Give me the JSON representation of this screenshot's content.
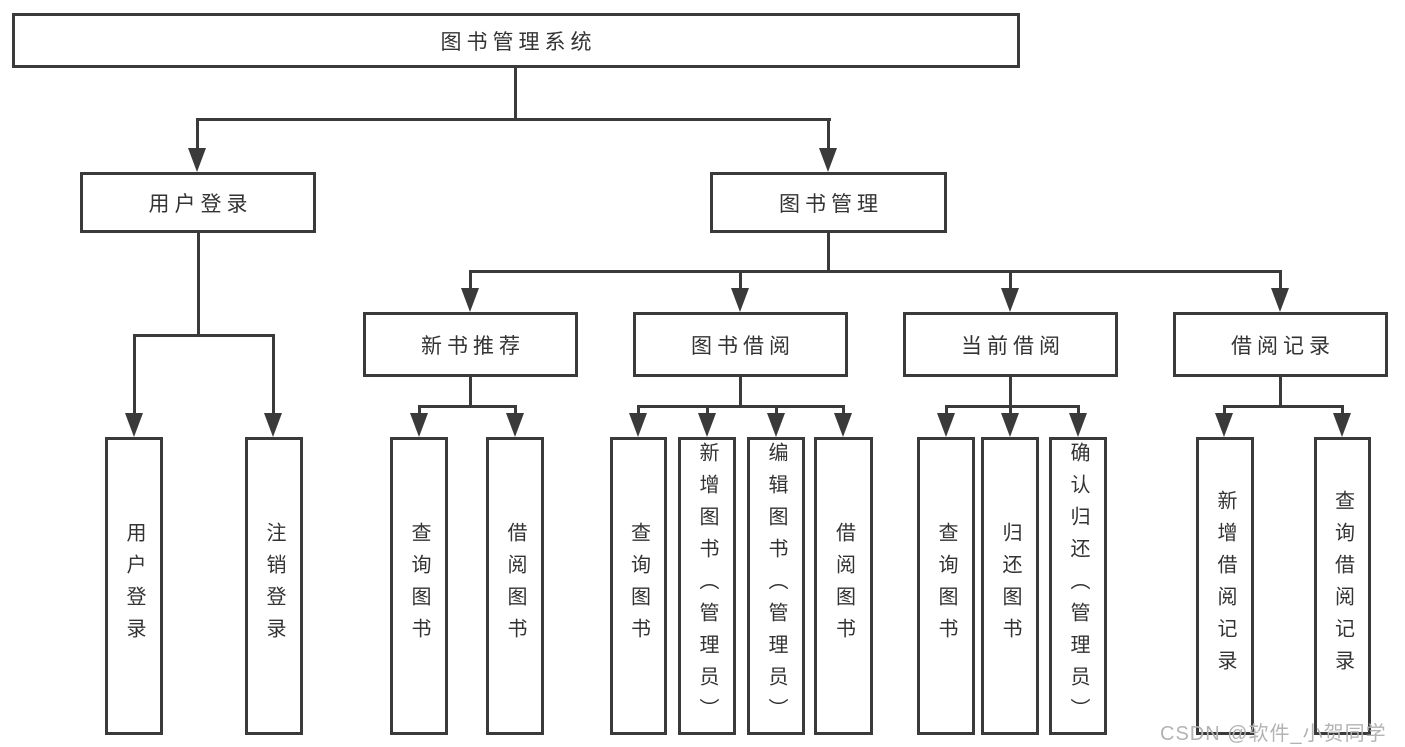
{
  "diagram_title": "图书管理系统",
  "nodes": {
    "root": {
      "label": "图书管理系统"
    },
    "level2": [
      {
        "label": "用户登录"
      },
      {
        "label": "图书管理"
      }
    ],
    "level3": [
      {
        "label": "新书推荐",
        "parent": "图书管理"
      },
      {
        "label": "图书借阅",
        "parent": "图书管理"
      },
      {
        "label": "当前借阅",
        "parent": "图书管理"
      },
      {
        "label": "借阅记录",
        "parent": "图书管理"
      }
    ],
    "leaves": [
      {
        "label": "用户登录",
        "parent": "用户登录"
      },
      {
        "label": "注销登录",
        "parent": "用户登录"
      },
      {
        "label": "查询图书",
        "parent": "新书推荐"
      },
      {
        "label": "借阅图书",
        "parent": "新书推荐"
      },
      {
        "label": "查询图书",
        "parent": "图书借阅"
      },
      {
        "label": "新增图书（管理员）",
        "parent": "图书借阅"
      },
      {
        "label": "编辑图书（管理员）",
        "parent": "图书借阅"
      },
      {
        "label": "借阅图书",
        "parent": "图书借阅"
      },
      {
        "label": "查询图书",
        "parent": "当前借阅"
      },
      {
        "label": "归还图书",
        "parent": "当前借阅"
      },
      {
        "label": "确认归还（管理员）",
        "parent": "当前借阅"
      },
      {
        "label": "新增借阅记录",
        "parent": "借阅记录"
      },
      {
        "label": "查询借阅记录",
        "parent": "借阅记录"
      }
    ]
  },
  "watermark": "CSDN @软件_小贺同学",
  "colors": {
    "line": "#3a3a3a",
    "text": "#333333",
    "watermark": "#b3b3b3",
    "background": "#ffffff"
  }
}
